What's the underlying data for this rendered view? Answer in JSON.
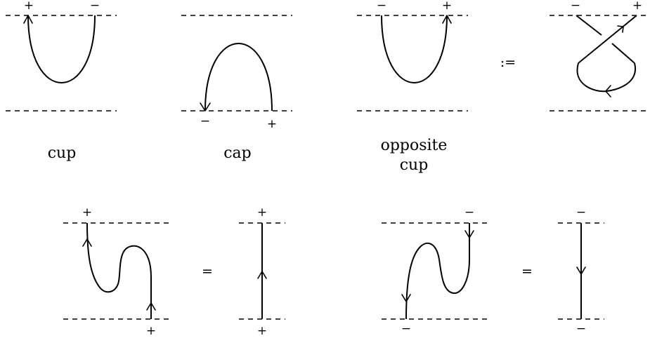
{
  "captions": {
    "cup": "cup",
    "cap": "cap",
    "opposite_line1": "opposite",
    "opposite_line2": "cup"
  },
  "operators": {
    "define": ":=",
    "equals": "="
  },
  "signs": {
    "plus": "+",
    "minus": "−"
  }
}
